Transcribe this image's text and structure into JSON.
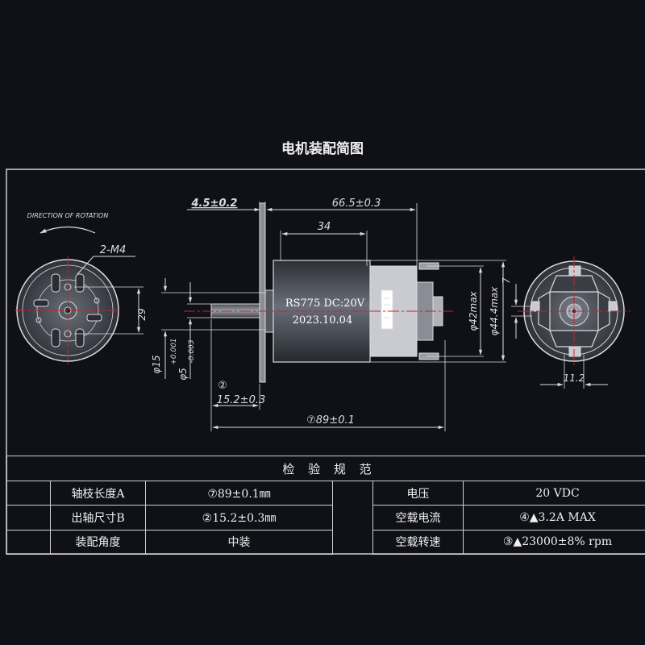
{
  "title": "电机装配简图",
  "rotation": {
    "label": "DIRECTION OF ROTATION"
  },
  "front_view": {
    "hole_label": "2-M4",
    "dim_29": "29"
  },
  "side_view": {
    "label_line1": "RS775 DC:20V",
    "label_line2": "2023.10.04",
    "dim_offset": "4.5±0.2",
    "dim_body_len": "66.5±0.3",
    "dim_34": "34",
    "dim_shaft_base": "φ15",
    "dim_shaft_main": "φ5",
    "dim_shaft_tol_up": "+0.001",
    "dim_shaft_tol_dn": "-0.003",
    "mark_2": "②",
    "dim_shaft_len": "15.2±0.3",
    "dim_total": "⑦89±0.1",
    "dim_d42": "φ42max",
    "dim_d44": "φ44.4max"
  },
  "rear_view": {
    "dim_7": "7",
    "dim_11_2": "11.2"
  },
  "spec_table": {
    "header": "检 验 规 范",
    "rows": [
      {
        "left_label": "轴枝长度A",
        "left_value": "⑦89±0.1㎜",
        "right_label": "电压",
        "right_value": "20 VDC"
      },
      {
        "left_label": "出轴尺寸B",
        "left_value": "②15.2±0.3㎜",
        "right_label": "空载电流",
        "right_value": "④▲3.2A MAX"
      },
      {
        "left_label": "装配角度",
        "left_value": "中装",
        "right_label": "空载转速",
        "right_value": "③▲23000±8% rpm"
      }
    ]
  },
  "colors": {
    "background": "#0f1117",
    "line": "#dcdcdc",
    "centerline": "#d0202a",
    "body": "#3a3e48"
  }
}
